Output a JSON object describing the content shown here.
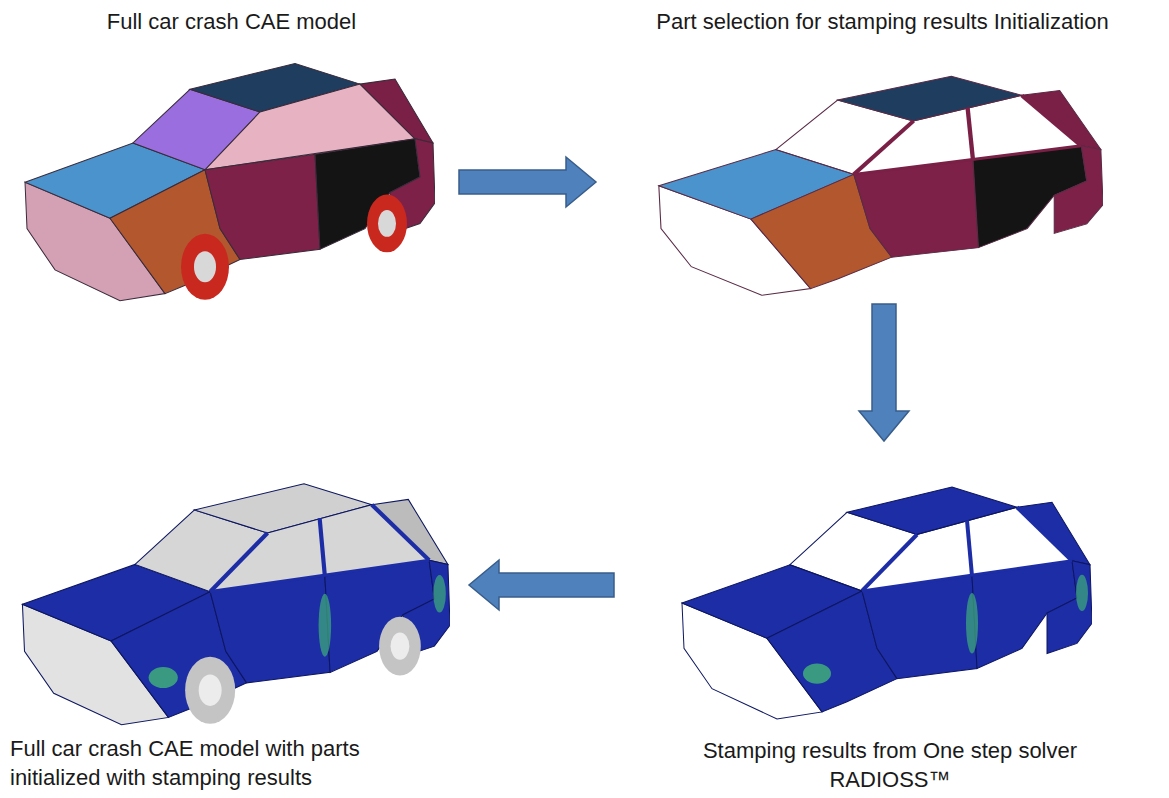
{
  "diagram": {
    "nodes": [
      {
        "text": [
          "Full car crash CAE model"
        ]
      },
      {
        "text": [
          "Part selection for stamping results Initialization"
        ]
      },
      {
        "text": [
          "Full car crash CAE model with parts initialized with stamping results"
        ]
      },
      {
        "text": [
          "Stamping results from One step solver RADIOSS™"
        ]
      }
    ],
    "edges": [
      {
        "from": 0,
        "to": 1,
        "arrow": "to"
      },
      {
        "from": 1,
        "to": 3,
        "arrow": "to"
      },
      {
        "from": 3,
        "to": 2,
        "arrow": "to"
      }
    ]
  }
}
